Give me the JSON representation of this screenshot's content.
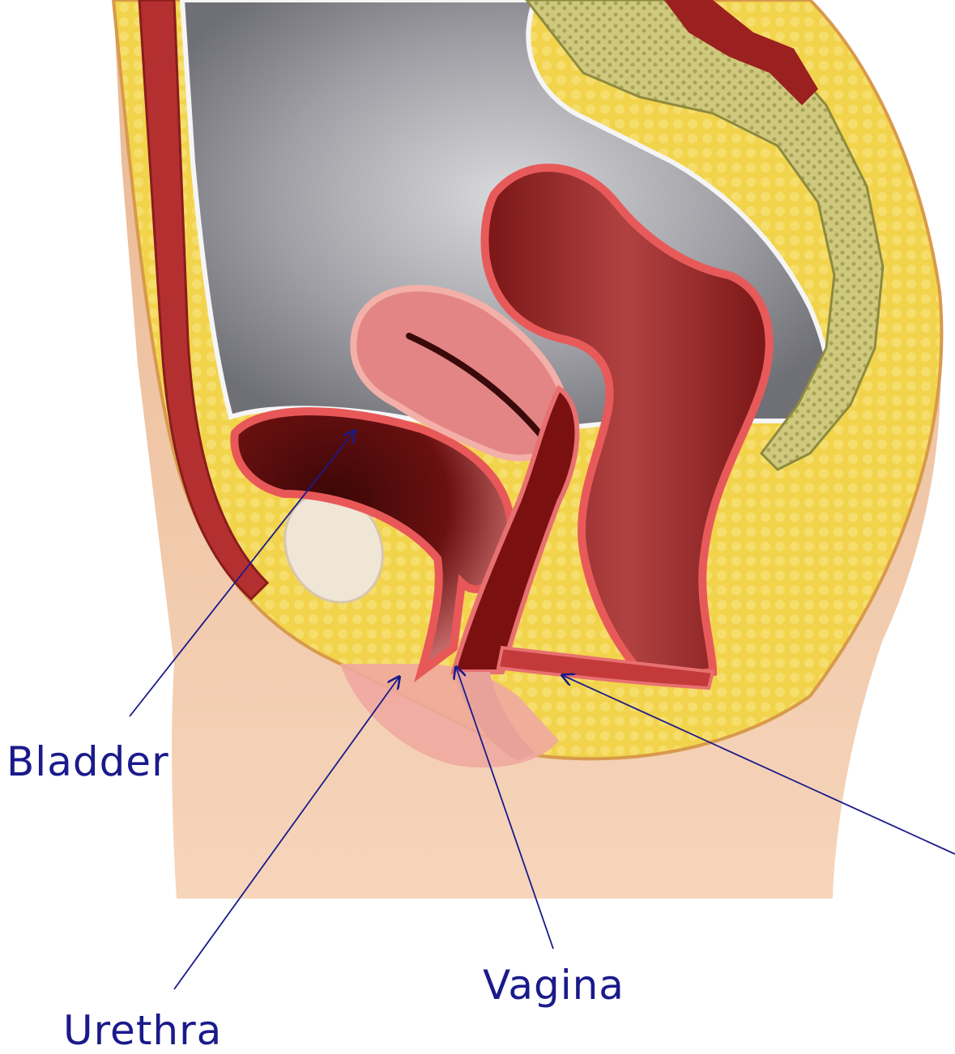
{
  "labels": {
    "bladder": "Bladder",
    "urethra": "Urethra",
    "vagina": "Vagina"
  },
  "colors": {
    "label_text": "#1a1a8c",
    "skin": "#efc5a3",
    "fat": "#f2d34c",
    "cavity": "#8f8f96",
    "organ_pink": "#e98787",
    "rectum": "#8d1d1d",
    "spine": "#c8c27a"
  }
}
